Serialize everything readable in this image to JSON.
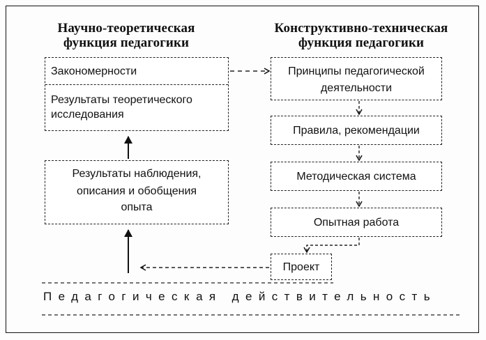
{
  "headings": {
    "left": [
      "Научно-теоретическая",
      "функция педагогики"
    ],
    "right": [
      "Конструктивно-техническая",
      "функция педагогики"
    ]
  },
  "left_column": {
    "top_box": {
      "section1": "Закономерности",
      "section2": [
        "Результаты теоретического",
        "исследования"
      ]
    },
    "bottom_box": [
      "Результаты наблюдения,",
      "описания и обобщения",
      "опыта"
    ]
  },
  "right_column": {
    "boxes": [
      [
        "Принципы педагогической",
        "деятельности"
      ],
      [
        "Правила, рекомендации"
      ],
      [
        "Методическая система"
      ],
      [
        "Опытная работа"
      ],
      [
        "Проект"
      ]
    ]
  },
  "footer": "Педагогическая действительность"
}
